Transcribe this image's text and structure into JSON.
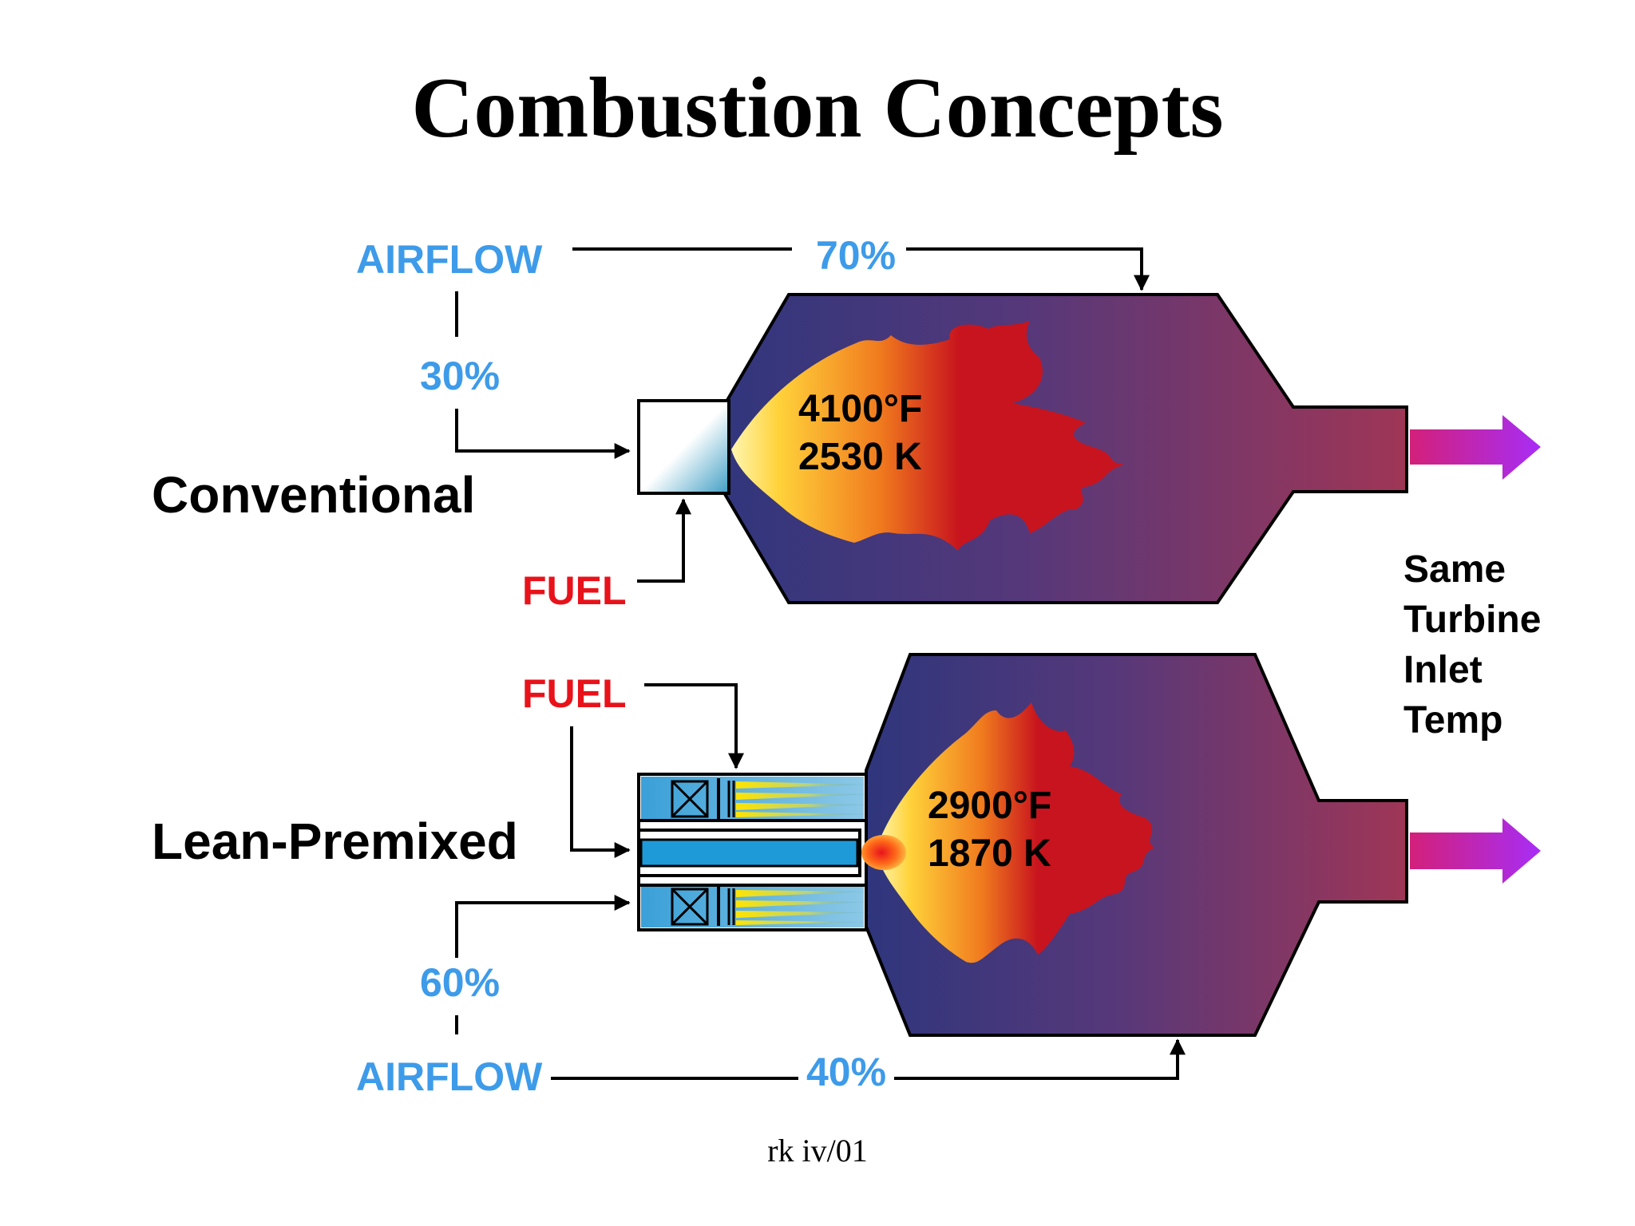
{
  "title": "Combustion Concepts",
  "colors": {
    "airflow": "#3d9be9",
    "fuel": "#e8121a",
    "chamber_left": "#30367a",
    "chamber_right": "#9a3656",
    "exhaust_arrow": "#b02ef0"
  },
  "conventional": {
    "label": "Conventional",
    "airflow_label": "AIRFLOW",
    "primary_pct": "30%",
    "dilution_pct": "70%",
    "fuel_label": "FUEL",
    "temp_f": "4100°F",
    "temp_k": "2530 K"
  },
  "lean_premixed": {
    "label": "Lean-Premixed",
    "airflow_label": "AIRFLOW",
    "primary_pct": "60%",
    "dilution_pct": "40%",
    "fuel_label": "FUEL",
    "temp_f": "2900°F",
    "temp_k": "1870 K"
  },
  "note": "Same\nTurbine\nInlet\nTemp",
  "footer": "rk iv/01"
}
